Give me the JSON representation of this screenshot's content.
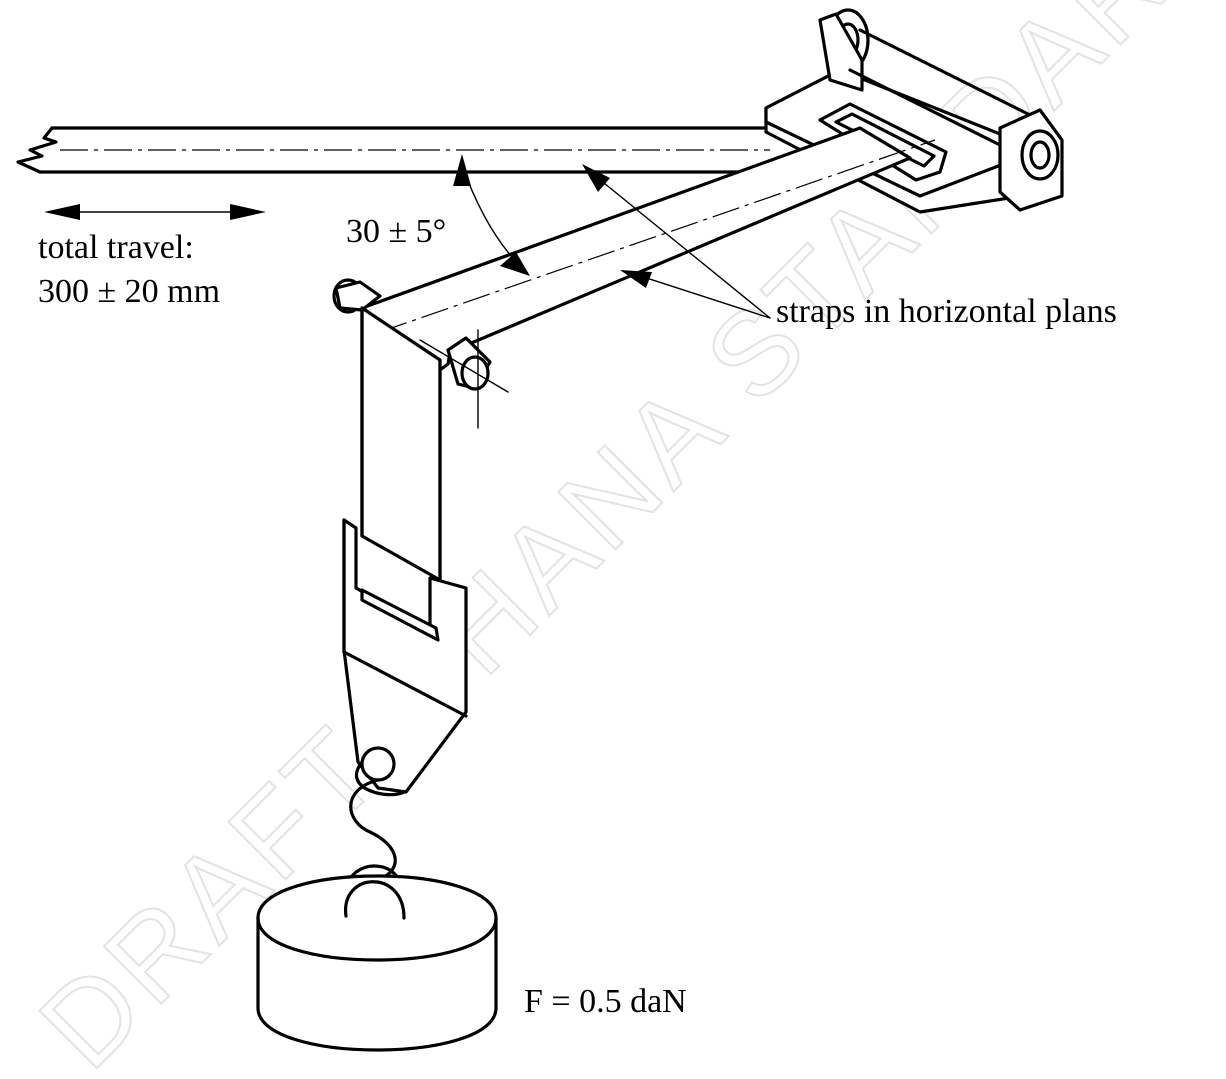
{
  "labels": {
    "angle": "30 ± 5°",
    "travel_line1": "total travel:",
    "travel_line2": "300 ± 20 mm",
    "straps": "straps in horizontal plans",
    "force": "F = 0.5 daN"
  },
  "watermark": "DRAFT GHANA STANDARD"
}
